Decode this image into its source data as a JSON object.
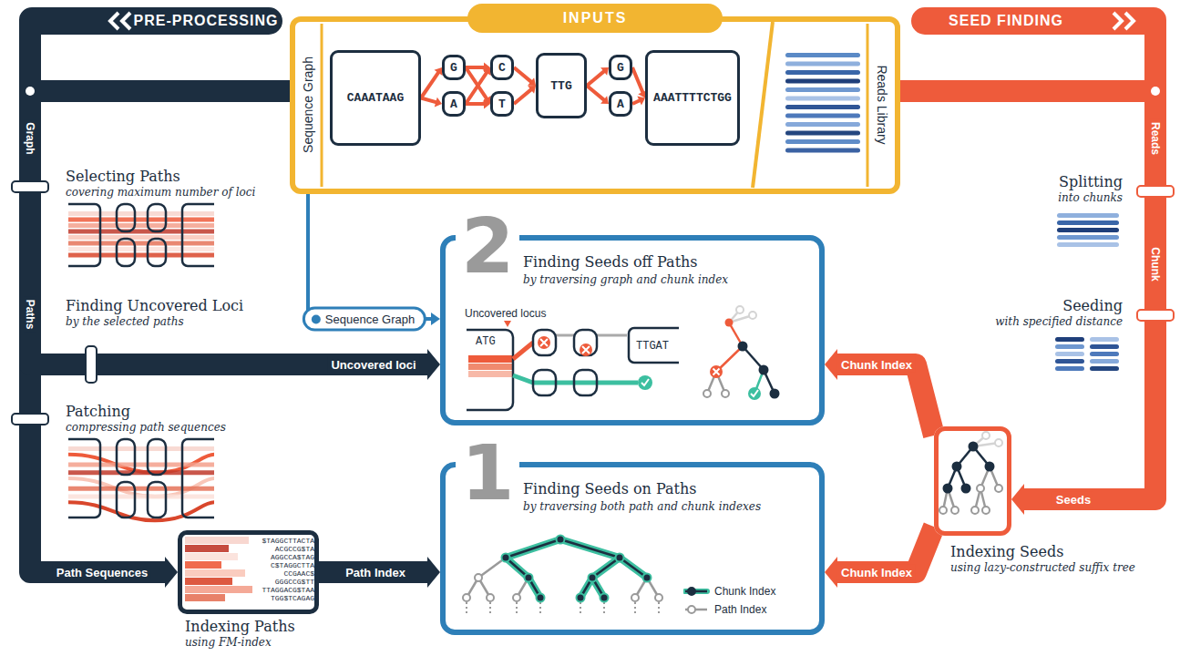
{
  "diagram": {
    "nodes": [
      {
        "text": [
          "PRE-PROCESSING"
        ]
      },
      {
        "text": [
          "INPUTS",
          "Sequence Graph",
          "Reads Library"
        ]
      },
      {
        "text": [
          "CAAATAAG"
        ],
        "in": 1
      },
      {
        "text": [
          "G"
        ],
        "in": 1
      },
      {
        "text": [
          "A"
        ],
        "in": 1
      },
      {
        "text": [
          "C"
        ],
        "in": 1
      },
      {
        "text": [
          "T"
        ],
        "in": 1
      },
      {
        "text": [
          "TTG"
        ],
        "in": 1
      },
      {
        "text": [
          "G"
        ],
        "in": 1
      },
      {
        "text": [
          "A"
        ],
        "in": 1
      },
      {
        "text": [
          "AAATTTTCTGG"
        ],
        "in": 1
      },
      {
        "text": [
          "SEED FINDING"
        ]
      },
      {
        "text": [
          "2",
          "Finding Seeds off Paths",
          "by traversing graph and chunk index"
        ]
      },
      {
        "text": [
          "1",
          "Finding Seeds on Paths",
          "by traversing both path and chunk indexes"
        ]
      },
      {
        "text": [
          "Indexing Paths",
          "using FM-index"
        ]
      },
      {
        "text": [
          "Indexing Seeds",
          "using lazy-constructed suffix tree"
        ]
      }
    ],
    "edges": [
      {
        "from": 2,
        "to": 3,
        "arrow": "to"
      },
      {
        "from": 2,
        "to": 4,
        "arrow": "to"
      },
      {
        "from": 3,
        "to": 5,
        "arrow": "to"
      },
      {
        "from": 3,
        "to": 6,
        "arrow": "to"
      },
      {
        "from": 4,
        "to": 5,
        "arrow": "to"
      },
      {
        "from": 4,
        "to": 6,
        "arrow": "to"
      },
      {
        "from": 5,
        "to": 7,
        "arrow": "to"
      },
      {
        "from": 6,
        "to": 7,
        "arrow": "to"
      },
      {
        "from": 7,
        "to": 8,
        "arrow": "to"
      },
      {
        "from": 7,
        "to": 9,
        "arrow": "to"
      },
      {
        "from": 8,
        "to": 10,
        "arrow": "to"
      },
      {
        "from": 9,
        "to": 10,
        "arrow": "to"
      },
      {
        "from": 1,
        "to": 14,
        "label": "Path Sequences",
        "arrow": "to"
      },
      {
        "from": 1,
        "to": 12,
        "label": "Uncovered loci",
        "arrow": "to"
      },
      {
        "from": 1,
        "to": 12,
        "label": "Sequence Graph",
        "arrow": "to"
      },
      {
        "from": 14,
        "to": 13,
        "label": "Path Index",
        "arrow": "to"
      },
      {
        "from": 1,
        "to": 15,
        "label": "Seeds",
        "arrow": "to"
      },
      {
        "from": 15,
        "to": 13,
        "label": "Chunk Index",
        "arrow": "to"
      },
      {
        "from": 15,
        "to": 12,
        "label": "Chunk Index",
        "arrow": "to"
      }
    ],
    "labels": [
      "Graph",
      "Selecting Paths",
      "covering maximum number of loci",
      "Paths",
      "Finding Uncovered Loci",
      "by the selected paths",
      "Patching",
      "compressing path sequences",
      "$TAGGCTTACTA",
      "ACGCCG$TA",
      "AGGCCA$TAG",
      "C$TAGGCTTA",
      "CCGAAC$",
      "GGGCCG$TT",
      "TTAGGACG$TAA",
      "TGG$TCAGAG",
      "Reads",
      "Splitting",
      "into chunks",
      "Chunk",
      "Seeding",
      "with specified distance",
      "Uncovered locus",
      "ATG",
      "TTGAT"
    ],
    "legend": [
      {
        "text": "Chunk Index"
      },
      {
        "text": "Path Index"
      }
    ]
  }
}
